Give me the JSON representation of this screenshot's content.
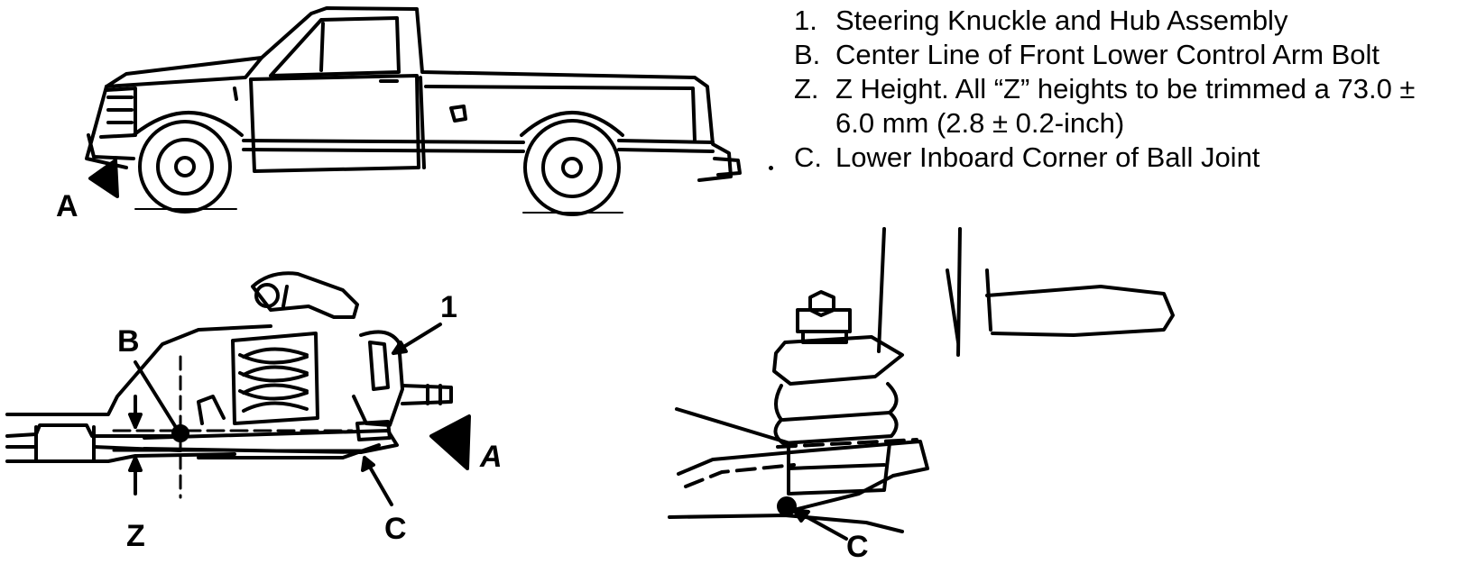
{
  "legend": [
    {
      "key": "1.",
      "text": "Steering Knuckle and Hub Assembly"
    },
    {
      "key": "B.",
      "text": "Center Line of Front Lower Control Arm Bolt"
    },
    {
      "key": "Z.",
      "text": "Z Height. All “Z” heights to be trimmed a 73.0 ± 6.0 mm (2.8 ± 0.2-inch)"
    },
    {
      "key": "C.",
      "text": "Lower Inboard Corner of Ball Joint"
    }
  ],
  "callouts": {
    "truck_view_arrow": "A",
    "part_1": "1",
    "point_b": "B",
    "height_z": "Z",
    "point_c_left": "C",
    "view_a_arrow": "A",
    "point_c_right": "C"
  }
}
